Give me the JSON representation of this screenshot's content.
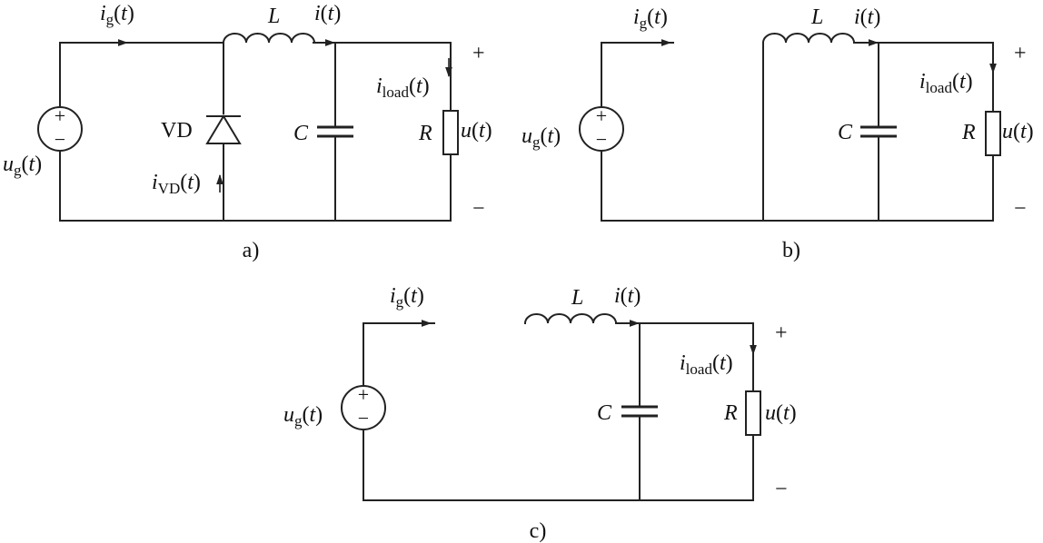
{
  "figure": {
    "a": {
      "caption": "a)",
      "labels": {
        "i": "i",
        "g": "g",
        "t": "t",
        "open": "(",
        "close": ")",
        "L": "L",
        "C": "C",
        "R": "R",
        "u": "u",
        "load": "load",
        "VD": "VD",
        "plus": "+",
        "minus": "−"
      }
    },
    "b": {
      "caption": "b)",
      "labels": {
        "i": "i",
        "g": "g",
        "t": "t",
        "open": "(",
        "close": ")",
        "L": "L",
        "C": "C",
        "R": "R",
        "u": "u",
        "load": "load",
        "plus": "+",
        "minus": "−"
      }
    },
    "c": {
      "caption": "c)",
      "labels": {
        "i": "i",
        "g": "g",
        "t": "t",
        "open": "(",
        "close": ")",
        "L": "L",
        "C": "C",
        "R": "R",
        "u": "u",
        "load": "load",
        "plus": "+",
        "minus": "−"
      }
    }
  }
}
